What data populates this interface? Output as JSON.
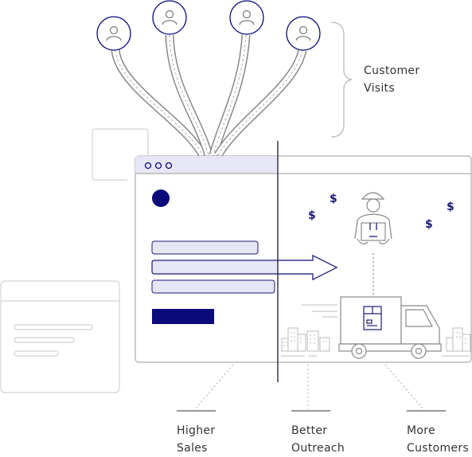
{
  "labels": {
    "customer_visits": [
      "Customer",
      "Visits"
    ],
    "higher_sales": [
      "Higher",
      "Sales"
    ],
    "better_outreach": [
      "Better",
      "Outreach"
    ],
    "more_customers": [
      "More",
      "Customers"
    ]
  },
  "currency_symbol": "$",
  "colors": {
    "navy": "#0a0a7a",
    "outline": "#8a8a8a",
    "light_fill": "#e6e6f4",
    "field_stroke": "#1c1c7a"
  },
  "icons": [
    "user-icon",
    "delivery-person-icon",
    "package-icon",
    "delivery-truck-icon",
    "dollar-sign-icon",
    "city-building-icon",
    "arrow-right-icon"
  ]
}
